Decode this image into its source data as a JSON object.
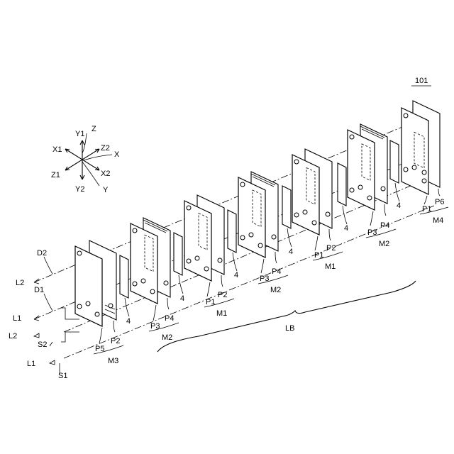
{
  "figure": {
    "ref_number": "101",
    "stack_label": "LB",
    "axes": {
      "x": "X",
      "x1": "X1",
      "x2": "X2",
      "y": "Y",
      "y1": "Y1",
      "y2": "Y2",
      "z": "Z",
      "z1": "Z1",
      "z2": "Z2"
    },
    "flow_labels": {
      "d1": "D1",
      "d2": "D2",
      "s1": "S1",
      "s2": "S2",
      "l1_upper": "L1",
      "l1_lower": "L1",
      "l2_upper": "L2",
      "l2_lower": "L2"
    },
    "separator": "4",
    "modules": [
      {
        "name": "M3",
        "plates": [
          "P5",
          "P2"
        ]
      },
      {
        "name": "M2",
        "plates": [
          "P3",
          "P4"
        ]
      },
      {
        "name": "M1",
        "plates": [
          "P1",
          "P2"
        ]
      },
      {
        "name": "M2",
        "plates": [
          "P3",
          "P4"
        ]
      },
      {
        "name": "M1",
        "plates": [
          "P1",
          "P2"
        ]
      },
      {
        "name": "M2",
        "plates": [
          "P3",
          "P4"
        ]
      },
      {
        "name": "M4",
        "plates": [
          "P1",
          "P6"
        ]
      }
    ]
  }
}
